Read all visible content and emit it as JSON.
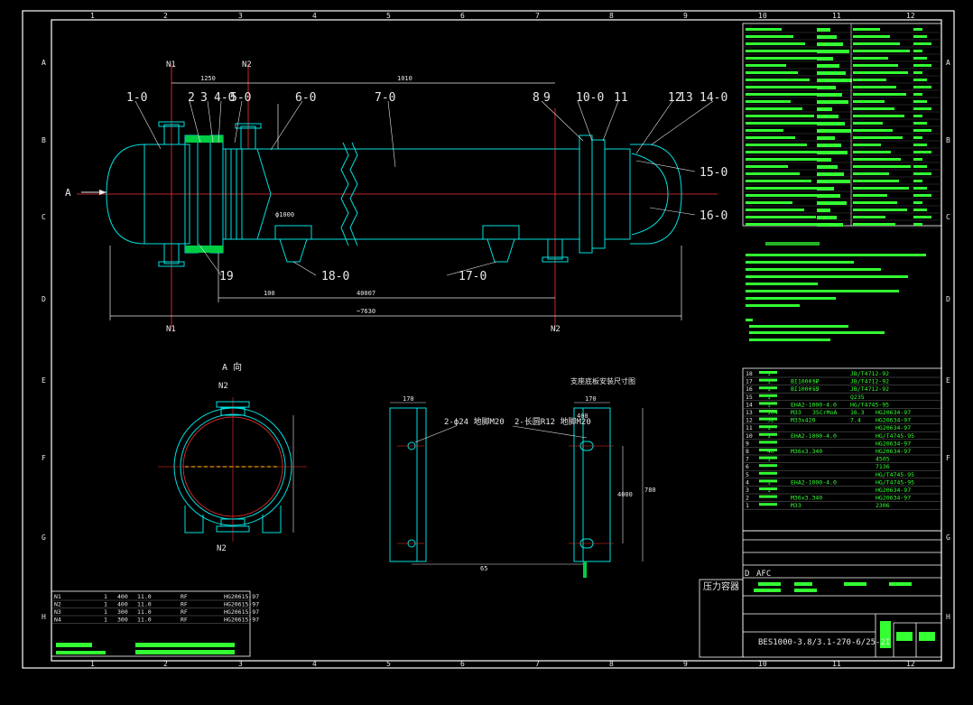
{
  "drawing": {
    "colors": {
      "background": "#000000",
      "frame": "#ffffff",
      "geometry": "#00e0e0",
      "centerline": "#ff3030",
      "text": "#33ff33",
      "dimension": "#e8e8e8",
      "fill": "#00cc44"
    },
    "col_labels": [
      "1",
      "2",
      "3",
      "4",
      "5",
      "6",
      "7",
      "8",
      "9",
      "10",
      "11",
      "12"
    ],
    "row_labels": [
      "A",
      "B",
      "C",
      "D",
      "E",
      "F",
      "G",
      "H"
    ],
    "view_main": {
      "arrow_label": "A",
      "part_labels": [
        "1-0",
        "2",
        "3",
        "4-0",
        "5-0",
        "6-0",
        "7-0",
        "8",
        "9",
        "10-0",
        "11",
        "12",
        "13",
        "14-0",
        "15-0",
        "16-0",
        "17-0",
        "18-0",
        "19"
      ],
      "nozzle_labels": [
        "N1",
        "N2",
        "N1",
        "N2"
      ],
      "dims": [
        "1250",
        "1010",
        "ф1000",
        "40007",
        "100",
        "~7630"
      ]
    },
    "view_a": {
      "title": "A 向",
      "labels": [
        "N2",
        "N2"
      ]
    },
    "support": {
      "title": "支座底板安装尺寸图",
      "notes": [
        "2-ф24 地脚M20",
        "2-长圆R12 地脚M20"
      ],
      "dims": [
        "170",
        "170",
        "400",
        "65",
        "780",
        "4000"
      ]
    },
    "pressure_label": "压力容器",
    "revision": "AFC",
    "drawing_number": "BES1000-3.8/3.1-270-6/25-2I",
    "nozzle_table": [
      [
        "N1",
        "1",
        "400",
        "11.0",
        "RF",
        "HG20615-97"
      ],
      [
        "N2",
        "1",
        "400",
        "11.0",
        "RF",
        "HG20615-97"
      ],
      [
        "N3",
        "1",
        "300",
        "11.0",
        "RF",
        "HG20615-97"
      ],
      [
        "N4",
        "1",
        "300",
        "11.0",
        "RF",
        "HG20615-97"
      ]
    ],
    "bom": [
      [
        "18",
        "1",
        "",
        "",
        "JB/T4712-92"
      ],
      [
        "17",
        "1",
        "BI1000-F",
        "57",
        "JB/T4712-92"
      ],
      [
        "16",
        "1",
        "BI1000-S",
        "57",
        "JB/T4712-92"
      ],
      [
        "15",
        "1",
        "",
        "",
        "Q235"
      ],
      [
        "14",
        "1",
        "EHA2-1000-4.0",
        "",
        "HG/T4745-95"
      ],
      [
        "13",
        "104",
        "M33",
        "35CrMoA",
        "16.3",
        "HG20634-97"
      ],
      [
        "12",
        "52",
        "M33x420",
        "",
        "7.4",
        "HG20634-97"
      ],
      [
        "11",
        "1",
        "",
        "",
        "",
        "HG20634-97"
      ],
      [
        "10",
        "1",
        "EHA2-1000-4.0",
        "",
        "",
        "HG/T4745-95"
      ],
      [
        "9",
        "",
        "",
        "",
        "",
        "HG20634-97"
      ],
      [
        "8",
        "40",
        "M36x3.340",
        "",
        "",
        "HG20634-97"
      ],
      [
        "7",
        "1",
        "",
        "",
        "",
        "4505"
      ],
      [
        "6",
        "",
        "",
        "",
        "",
        "7136"
      ],
      [
        "5",
        "",
        "",
        "",
        "",
        "HG/T4745-95"
      ],
      [
        "4",
        "1",
        "EHA2-1000-4.0",
        "",
        "",
        "HG/T4745-95"
      ],
      [
        "3",
        "1",
        "",
        "",
        "",
        "HG20634-97"
      ],
      [
        "2",
        "",
        "M36x3.340",
        "",
        "",
        "HG20634-97"
      ],
      [
        "1",
        "",
        "M33",
        "",
        "",
        "2306"
      ]
    ]
  }
}
